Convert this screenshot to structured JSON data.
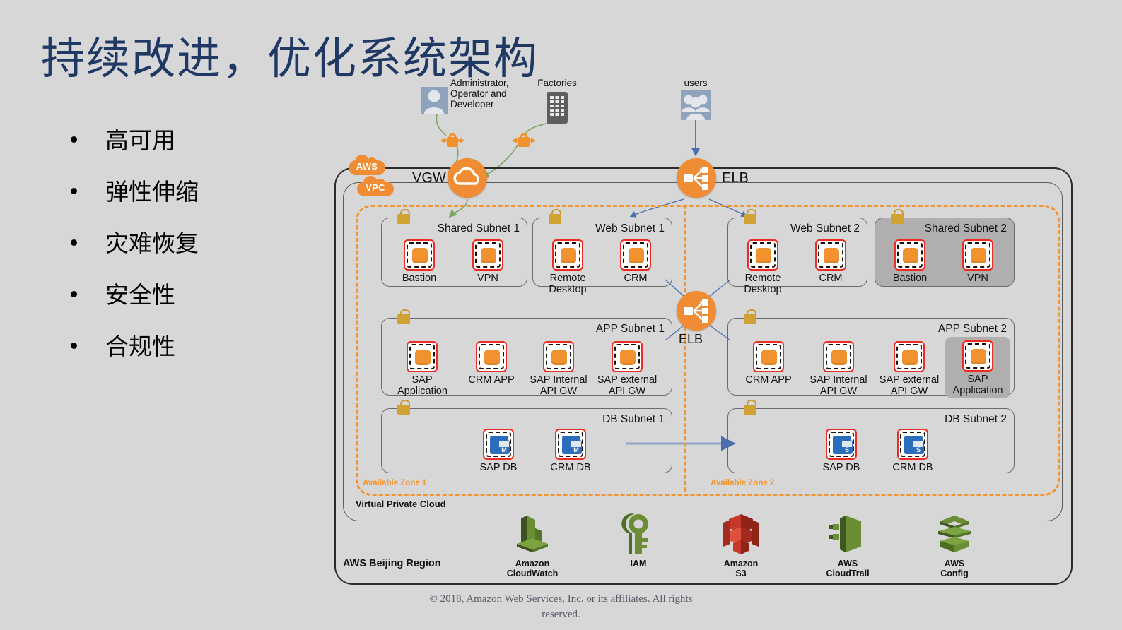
{
  "slide": {
    "title": "持续改进，优化系统架构",
    "bullets": [
      "高可用",
      "弹性伸缩",
      "灾难恢复",
      "安全性",
      "合规性"
    ],
    "footer_line1": "© 2018, Amazon Web Services, Inc. or its affiliates. All rights",
    "footer_line2": "reserved."
  },
  "colors": {
    "background": "#d7d7d7",
    "title": "#1f3864",
    "aws_orange": "#f08c33",
    "az_dash": "#f29430",
    "node_border_red": "#ee2b23",
    "lock_gold": "#cfa233",
    "rds_blue": "#2a6ebb",
    "arrow_blue": "#4a6fb0",
    "arrow_green": "#7aa860",
    "highlight_gray": "#b0aeae",
    "s3_red": "#c5382b",
    "service_green": "#6b8e35"
  },
  "actors": [
    {
      "label": "Administrator,\nOperator and\nDeveloper",
      "icon": "user-icon"
    },
    {
      "label": "Factories",
      "icon": "factory-icon"
    },
    {
      "label": "users",
      "icon": "users-icon"
    }
  ],
  "gateways": [
    {
      "label": "VGW",
      "icon": "virtual-private-gateway-icon"
    },
    {
      "label": "ELB",
      "icon": "elastic-load-balancer-icon"
    },
    {
      "label": "ELB",
      "icon": "elastic-load-balancer-icon"
    }
  ],
  "boundaries": {
    "aws_tag": "AWS",
    "vpc_tag": "VPC",
    "region_label": "AWS Beijing Region",
    "vpc_label": "Virtual Private Cloud",
    "az1_label": "Available Zone 1",
    "az2_label": "Available Zone 2"
  },
  "subnets": [
    {
      "name": "Shared Subnet 1",
      "highlighted": false,
      "nodes": [
        {
          "label": "Bastion",
          "type": "ec2",
          "highlighted": false
        },
        {
          "label": "VPN",
          "type": "ec2",
          "highlighted": false
        }
      ]
    },
    {
      "name": "Web Subnet 1",
      "highlighted": false,
      "nodes": [
        {
          "label": "Remote\nDesktop",
          "type": "ec2",
          "highlighted": false
        },
        {
          "label": "CRM",
          "type": "ec2",
          "highlighted": false
        }
      ]
    },
    {
      "name": "Web Subnet 2",
      "highlighted": false,
      "nodes": [
        {
          "label": "Remote\nDesktop",
          "type": "ec2",
          "highlighted": false
        },
        {
          "label": "CRM",
          "type": "ec2",
          "highlighted": false
        }
      ]
    },
    {
      "name": "Shared Subnet 2",
      "highlighted": true,
      "nodes": [
        {
          "label": "Bastion",
          "type": "ec2",
          "highlighted": false
        },
        {
          "label": "VPN",
          "type": "ec2",
          "highlighted": false
        }
      ]
    },
    {
      "name": "APP  Subnet 1",
      "highlighted": false,
      "nodes": [
        {
          "label": "SAP\nApplication",
          "type": "ec2",
          "highlighted": false
        },
        {
          "label": "CRM APP",
          "type": "ec2",
          "highlighted": false
        },
        {
          "label": "SAP Internal\nAPI GW",
          "type": "ec2",
          "highlighted": false
        },
        {
          "label": "SAP external\nAPI GW",
          "type": "ec2",
          "highlighted": false
        }
      ]
    },
    {
      "name": "APP  Subnet 2",
      "highlighted": false,
      "nodes": [
        {
          "label": "CRM APP",
          "type": "ec2",
          "highlighted": false
        },
        {
          "label": "SAP Internal\nAPI GW",
          "type": "ec2",
          "highlighted": false
        },
        {
          "label": "SAP external\nAPI GW",
          "type": "ec2",
          "highlighted": false
        },
        {
          "label": "SAP\nApplication",
          "type": "ec2",
          "highlighted": true
        }
      ]
    },
    {
      "name": "DB Subnet 1",
      "highlighted": false,
      "nodes": [
        {
          "label": "SAP  DB",
          "type": "rds",
          "badge": "M",
          "highlighted": false
        },
        {
          "label": "CRM DB",
          "type": "rds",
          "badge": "M",
          "highlighted": false
        }
      ]
    },
    {
      "name": "DB Subnet 2",
      "highlighted": false,
      "nodes": [
        {
          "label": "SAP  DB",
          "type": "rds",
          "badge": "S",
          "highlighted": false
        },
        {
          "label": "CRM DB",
          "type": "rds",
          "badge": "S",
          "highlighted": false
        }
      ]
    }
  ],
  "services": [
    {
      "label": "Amazon\nCloudWatch",
      "icon": "cloudwatch-icon",
      "color": "#6b8e35"
    },
    {
      "label": "IAM",
      "icon": "iam-key-icon",
      "color": "#6b8e35"
    },
    {
      "label": "Amazon\nS3",
      "icon": "s3-icon",
      "color": "#c5382b"
    },
    {
      "label": "AWS\nCloudTrail",
      "icon": "cloudtrail-icon",
      "color": "#6b8e35"
    },
    {
      "label": "AWS\nConfig",
      "icon": "config-icon",
      "color": "#6b8e35"
    }
  ]
}
